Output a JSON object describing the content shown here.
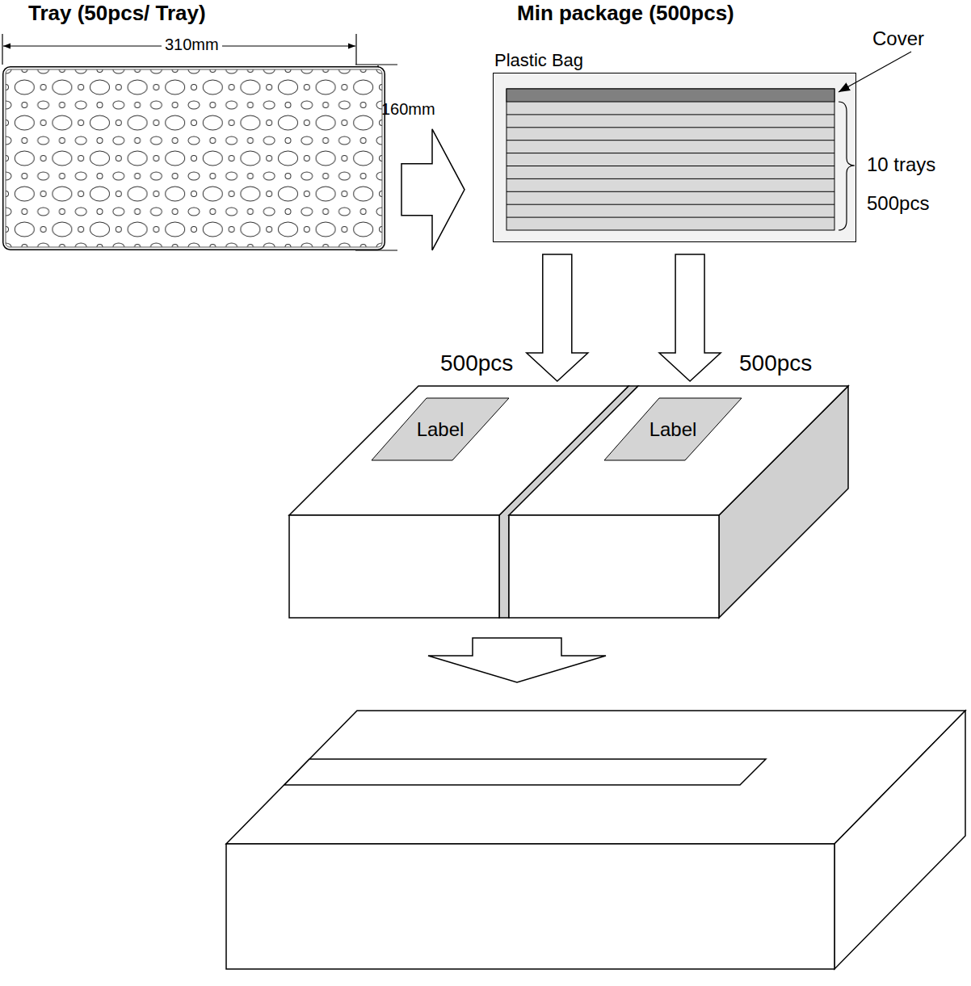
{
  "diagram": {
    "nodes": [
      {
        "text": [
          "Tray (50pcs/ Tray)"
        ]
      },
      {
        "text": [
          "Min package (500pcs)",
          "Plastic Bag"
        ]
      },
      {
        "text": [
          "500pcs"
        ]
      },
      {
        "text": [
          "Label"
        ],
        "in": 2
      },
      {
        "text": [
          "500pcs"
        ]
      },
      {
        "text": [
          "Label"
        ],
        "in": 4
      }
    ],
    "edges": [
      {
        "from": 0,
        "to": 1,
        "arrow": "to"
      },
      {
        "from": 1,
        "to": 2,
        "arrow": "to"
      },
      {
        "from": 1,
        "to": 4,
        "arrow": "to"
      }
    ],
    "labels": [
      "310mm",
      "160mm",
      "Cover",
      "10 trays",
      "500pcs"
    ]
  }
}
